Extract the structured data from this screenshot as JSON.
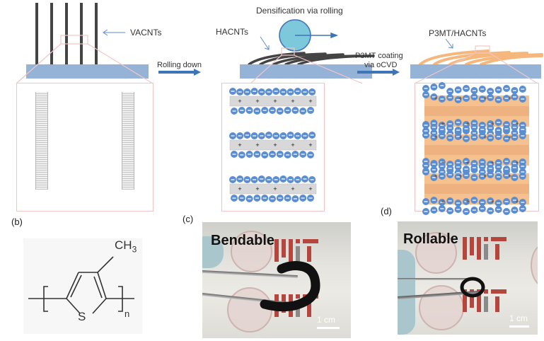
{
  "figure": {
    "panel_a": {
      "step1_label": "VACNTs",
      "arrow1_label": "Rolling down",
      "step2_label": "HACNTs",
      "step2_title": "Densification via rolling",
      "arrow2_label_line1": "P3MT coating",
      "arrow2_label_line2": "via oCVD",
      "step3_label": "P3MT/HACNTs",
      "charge_negative": "−",
      "charge_positive": "+"
    },
    "panel_b": {
      "label": "(b)",
      "substituent": "CH",
      "substituent_sub": "3",
      "heteroatom": "S",
      "repeat_index": "n"
    },
    "panel_c": {
      "label": "(c)",
      "caption": "Bendable",
      "scale": "1 cm"
    },
    "panel_d": {
      "label": "(d)",
      "caption": "Rollable",
      "scale": "1 cm"
    },
    "colors": {
      "substrate": "#95b3d7",
      "cnt": "#444444",
      "roller": "#7ec8dc",
      "arrow": "#3e74b8",
      "zoom_outline": "#f2c6c6",
      "ion": "#5b8ed0",
      "polymer": "#f5c18f",
      "mit_red": "#b4463e",
      "mit_gray": "#8a8a8a"
    }
  }
}
